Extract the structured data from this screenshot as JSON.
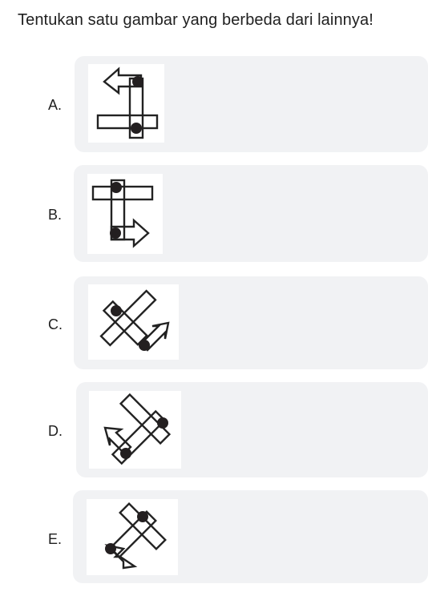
{
  "question": "Tentukan satu gambar yang berbeda dari lainnya!",
  "options": [
    {
      "label": "A.",
      "figure_icon": "arrow-bar-shape-icon"
    },
    {
      "label": "B.",
      "figure_icon": "arrow-bar-shape-icon"
    },
    {
      "label": "C.",
      "figure_icon": "arrow-bar-shape-icon"
    },
    {
      "label": "D.",
      "figure_icon": "arrow-bar-shape-icon"
    },
    {
      "label": "E.",
      "figure_icon": "arrow-bar-shape-icon"
    }
  ],
  "colors": {
    "card": "#f1f2f4",
    "stroke": "#222222",
    "dot": "#231f20"
  }
}
